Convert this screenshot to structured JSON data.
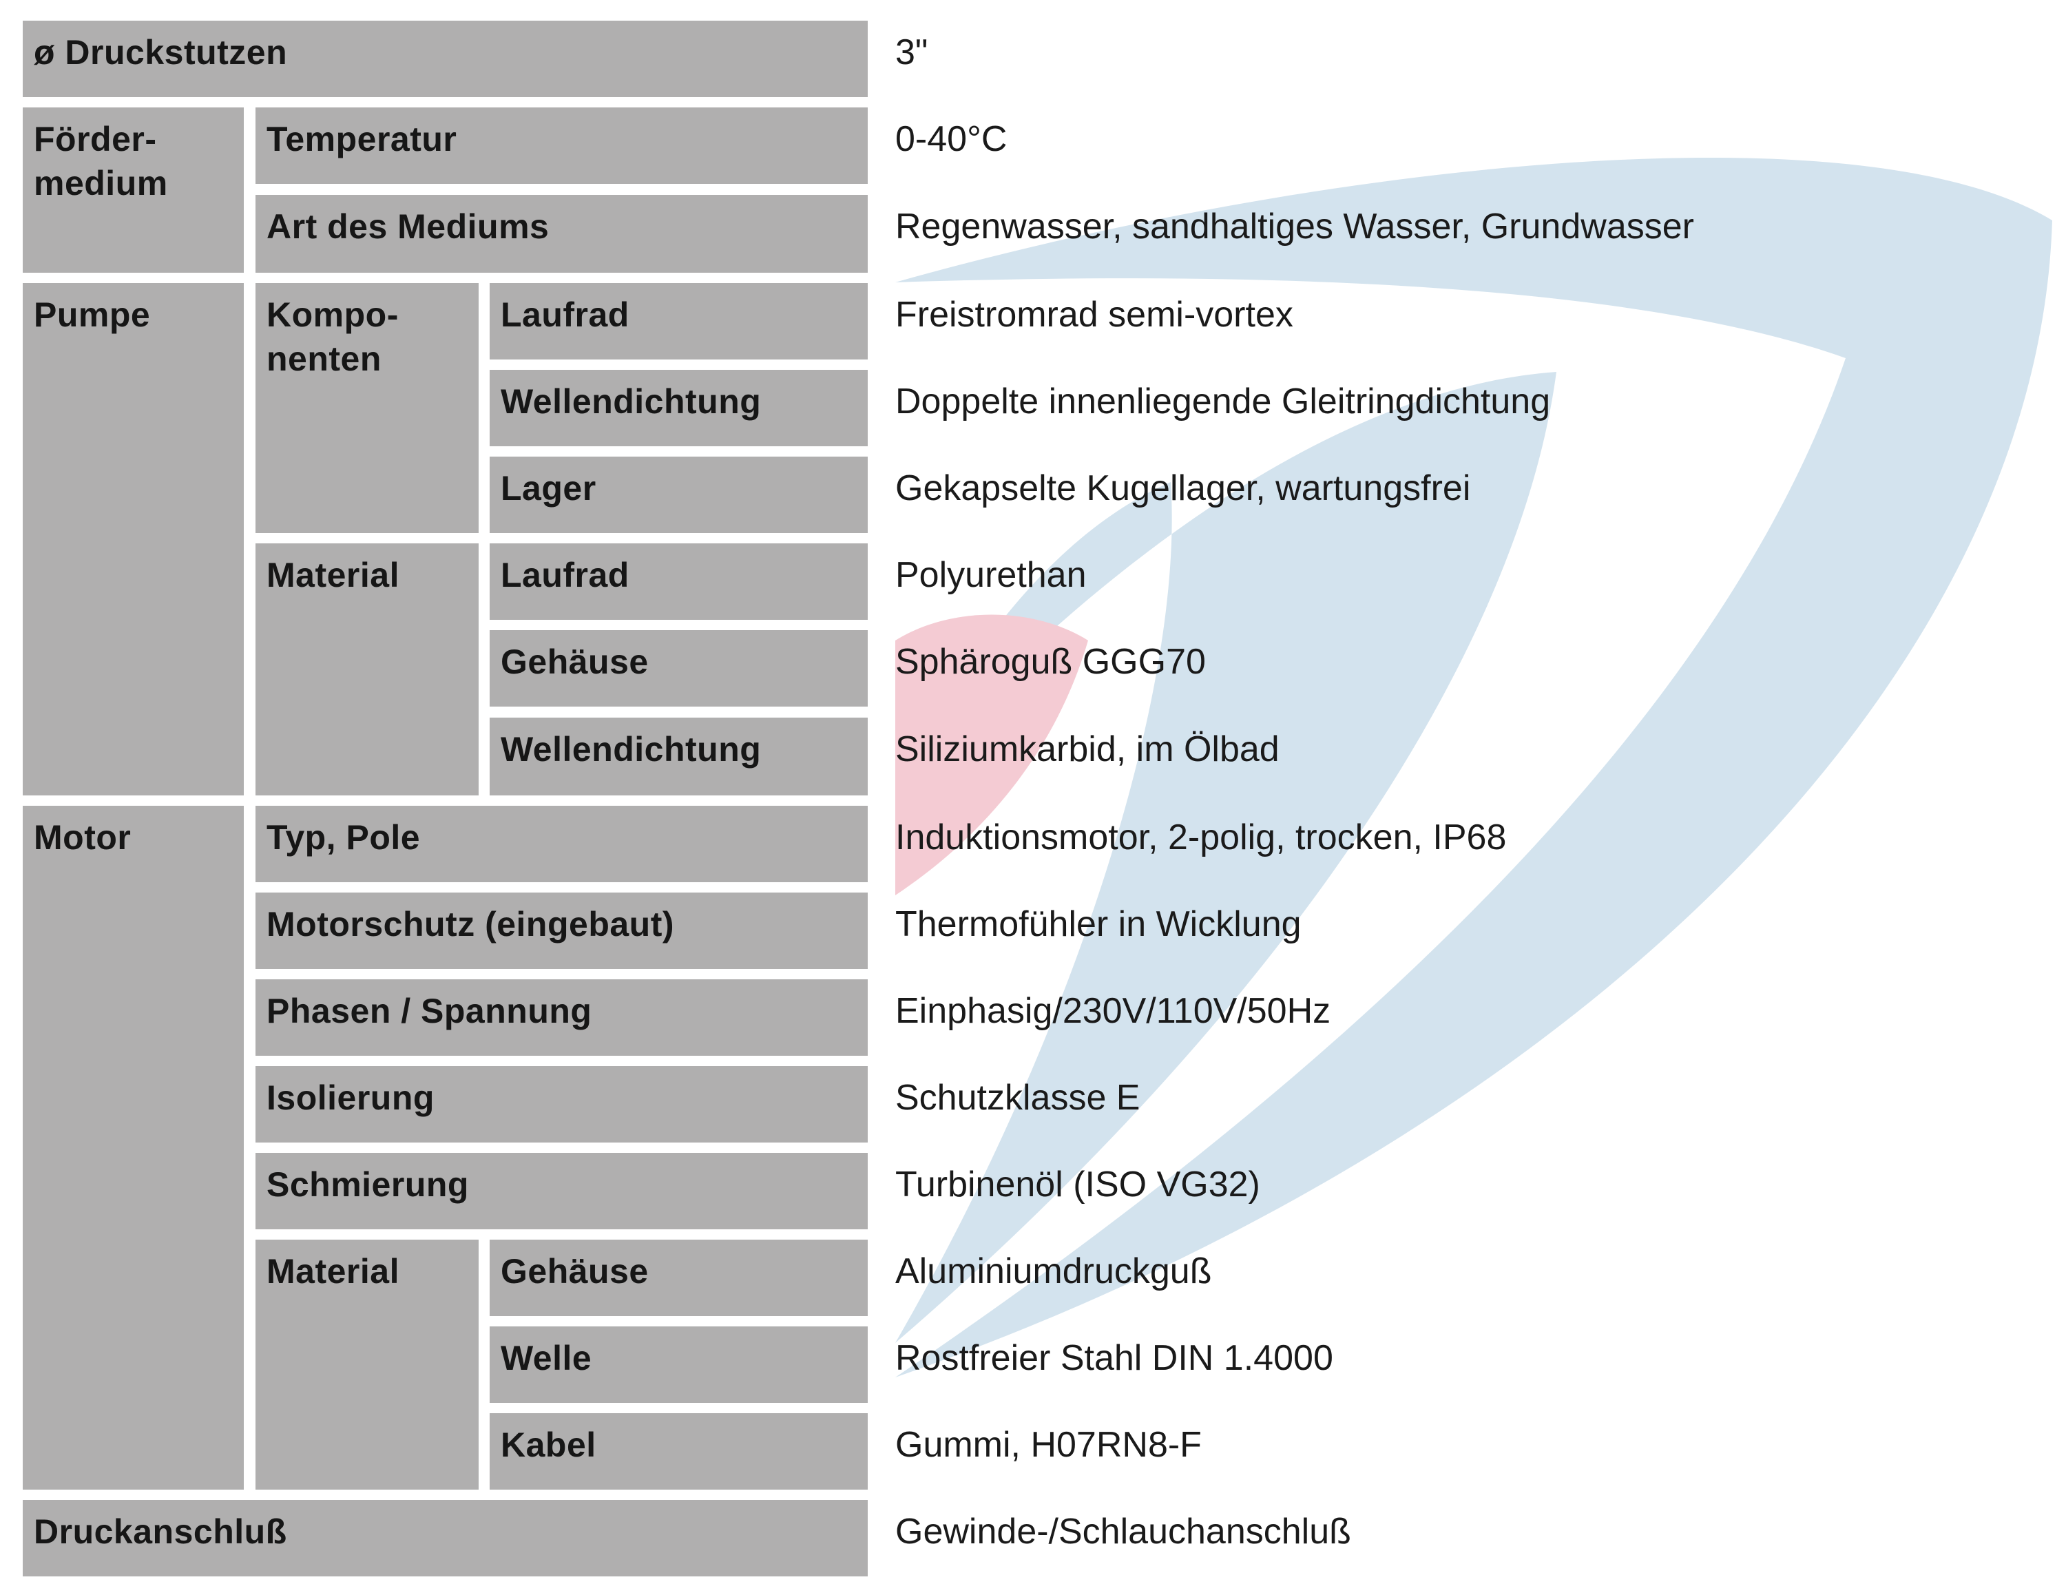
{
  "rows": {
    "druckstutzen": {
      "label": "ø Druckstutzen",
      "value": "3\""
    },
    "foerdermedium": {
      "group_label": "Förder-\nmedium",
      "temperatur": {
        "label": "Temperatur",
        "value": "0-40°C"
      },
      "art": {
        "label": "Art des Mediums",
        "value": "Regenwasser, sandhaltiges Wasser, Grundwasser"
      }
    },
    "pumpe": {
      "group_label": "Pumpe",
      "komponenten": {
        "label": "Kompo-\nnenten",
        "laufrad": {
          "label": "Laufrad",
          "value": "Freistromrad semi-vortex"
        },
        "wellendichtung": {
          "label": "Wellendichtung",
          "value": "Doppelte innenliegende Gleitringdichtung"
        },
        "lager": {
          "label": "Lager",
          "value": "Gekapselte Kugellager, wartungsfrei"
        }
      },
      "material": {
        "label": "Material",
        "laufrad": {
          "label": "Laufrad",
          "value": "Polyurethan"
        },
        "gehaeuse": {
          "label": "Gehäuse",
          "value": "Sphäroguß GGG70"
        },
        "wellendichtung": {
          "label": "Wellendichtung",
          "value": "Siliziumkarbid, im Ölbad"
        }
      }
    },
    "motor": {
      "group_label": "Motor",
      "typ": {
        "label": "Typ, Pole",
        "value": "Induktionsmotor, 2-polig, trocken, IP68"
      },
      "motorschutz": {
        "label": "Motorschutz (eingebaut)",
        "value": "Thermofühler in Wicklung"
      },
      "phasen": {
        "label": "Phasen / Spannung",
        "value": "Einphasig/230V/110V/50Hz"
      },
      "isolierung": {
        "label": "Isolierung",
        "value": "Schutzklasse E"
      },
      "schmierung": {
        "label": "Schmierung",
        "value": "Turbinenöl (ISO VG32)"
      },
      "material": {
        "label": "Material",
        "gehaeuse": {
          "label": "Gehäuse",
          "value": "Aluminiumdruckguß"
        },
        "welle": {
          "label": "Welle",
          "value": "Rostfreier Stahl DIN 1.4000"
        },
        "kabel": {
          "label": "Kabel",
          "value": "Gummi, H07RN8-F"
        }
      }
    },
    "druckanschluss": {
      "label": "Druckanschluß",
      "value": "Gewinde-/Schlauchanschluß"
    }
  },
  "colors": {
    "header_cell": "#b0afaf",
    "watermark_blue": "#cfe0ec",
    "watermark_red": "#f3c9d1"
  }
}
